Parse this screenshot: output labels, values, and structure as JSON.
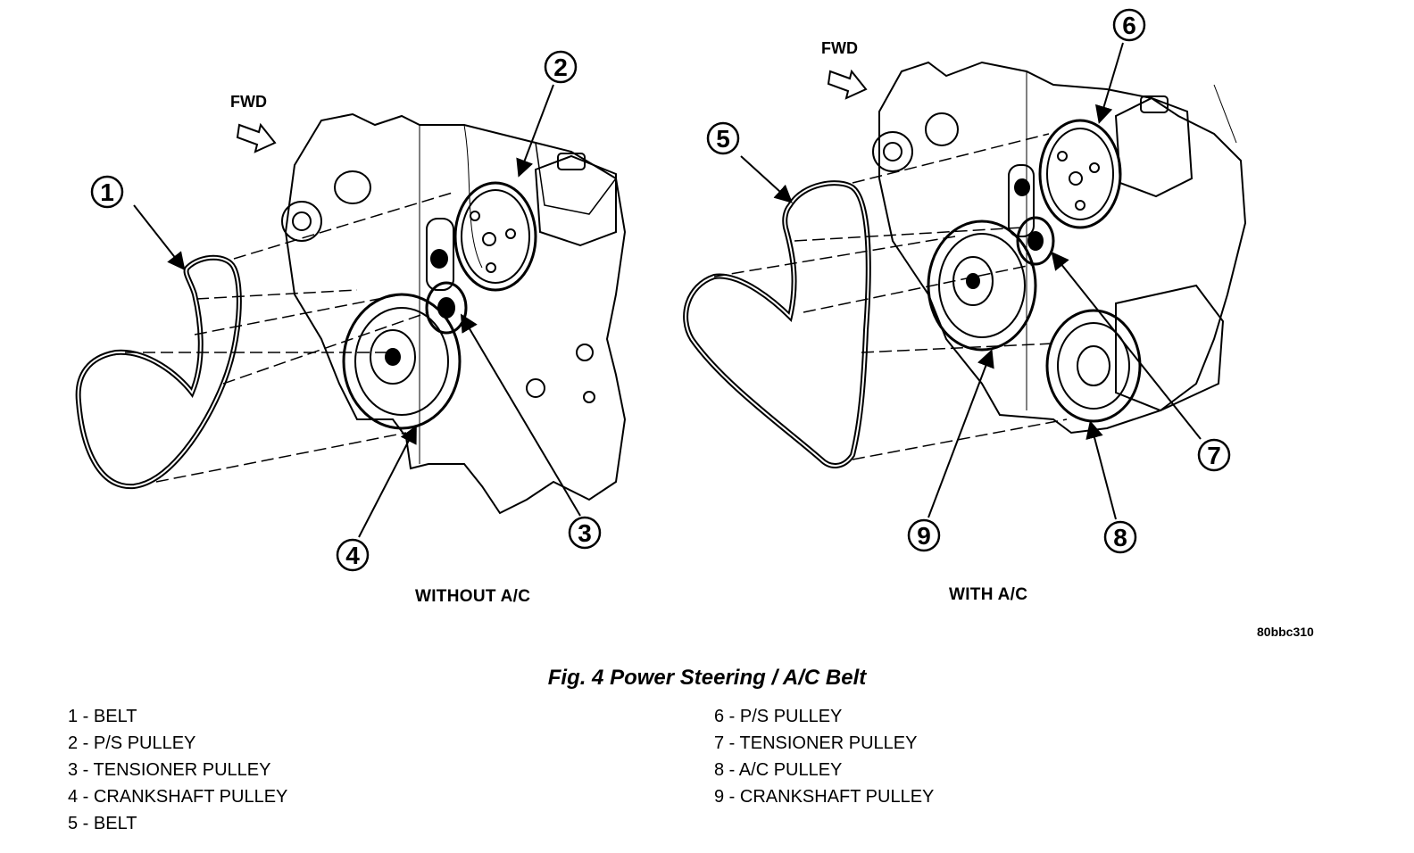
{
  "diagram": {
    "fwd_label": "FWD",
    "views": {
      "left": "WITHOUT A/C",
      "right": "WITH A/C"
    },
    "callouts": [
      "1",
      "2",
      "3",
      "4",
      "5",
      "6",
      "7",
      "8",
      "9"
    ],
    "figure_code": "80bbc310"
  },
  "caption": "Fig. 4 Power Steering / A/C Belt",
  "legend": {
    "left": [
      "1 - BELT",
      "2 - P/S PULLEY",
      "3 - TENSIONER PULLEY",
      "4 - CRANKSHAFT PULLEY",
      "5 - BELT"
    ],
    "right": [
      "6 - P/S PULLEY",
      "7 - TENSIONER PULLEY",
      "8 - A/C PULLEY",
      "9 - CRANKSHAFT PULLEY"
    ]
  }
}
